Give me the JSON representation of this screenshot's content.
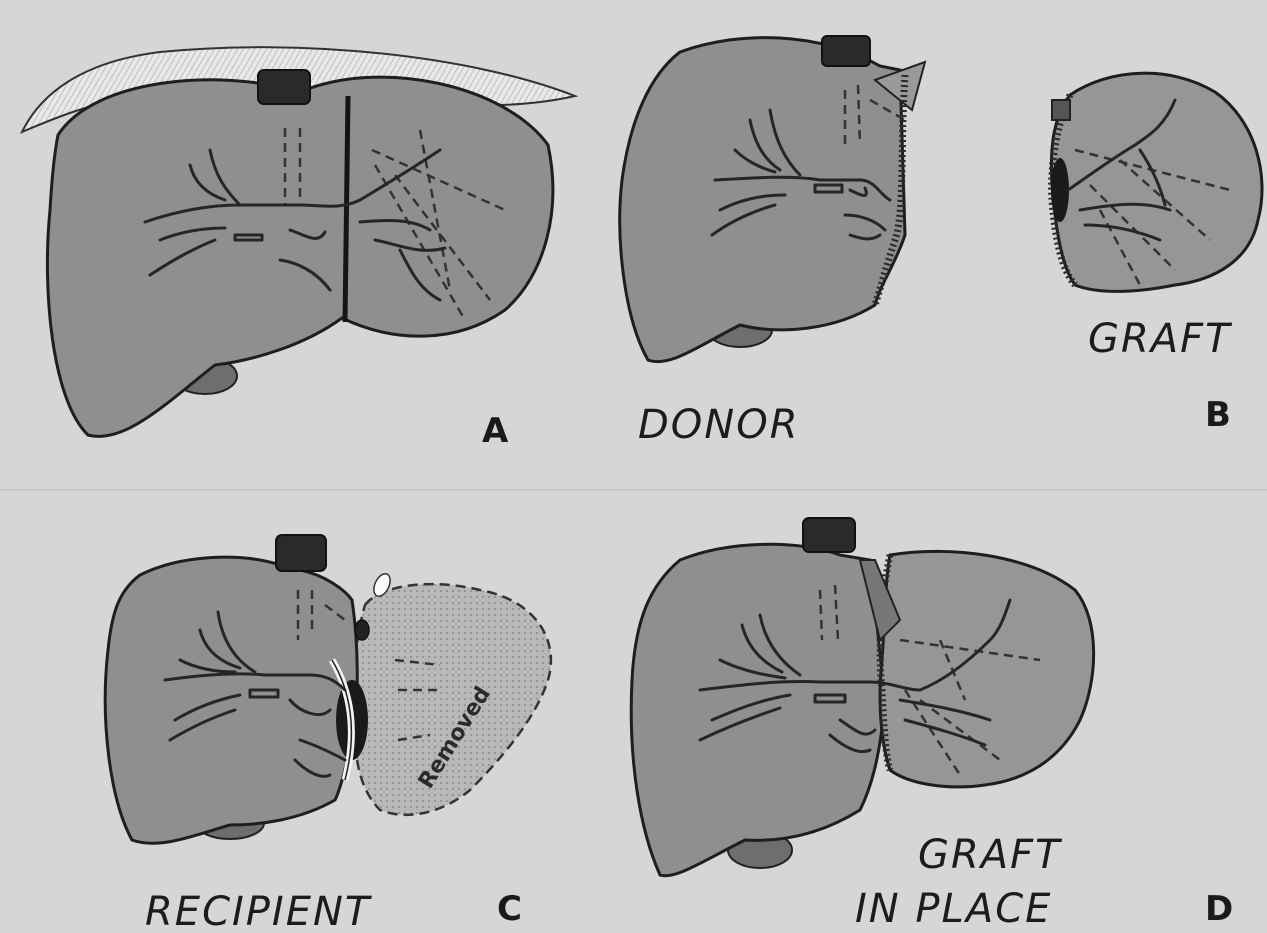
{
  "panels": {
    "a": {
      "letter": "A"
    },
    "b": {
      "letter": "B",
      "caption_graft": "GRAFT"
    },
    "donor_caption": "DONOR",
    "c": {
      "letter": "C",
      "caption": "RECIPIENT",
      "removed_label": "Removed"
    },
    "d": {
      "letter": "D",
      "caption_line1": "GRAFT",
      "caption_line2": "IN PLACE"
    }
  },
  "colors": {
    "background": "#d6d6d6",
    "liver": "#8f8f8f",
    "outline": "#1e1e1e",
    "removed": "#b5b5b5"
  }
}
